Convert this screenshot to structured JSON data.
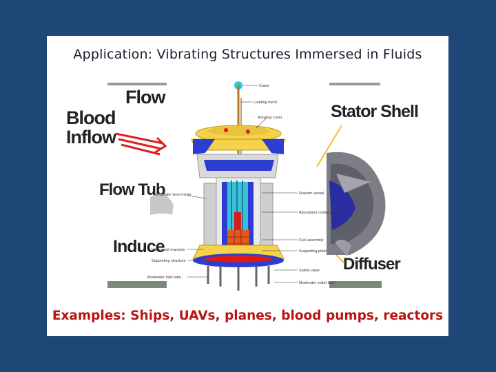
{
  "title": "Application:  Vibrating Structures Immersed in Fluids",
  "caption": "Examples:  Ships, UAVs, planes, blood pumps, reactors",
  "pump_labels": {
    "flow": "Flow",
    "blood_inflow_line1": "Blood",
    "blood_inflow_line2": "Inflow",
    "flow_tube": "Flow Tub",
    "inducer": "Induce",
    "stator_shell": "Stator Shell",
    "diffuser": "Diffuser"
  },
  "reactor_labels": {
    "crane": "Crane",
    "loading_mechanism": "Loading mech",
    "rotating_cover": "Rotating cover",
    "reactor_vessel": "Reactor vessel",
    "absorption_rubber_drives": "Absorption rubber drives",
    "moderator_level_meter": "Moderator level meter",
    "fuel_assembly": "Fuel assembly",
    "supporting_plate": "Supporting plate",
    "horizontal_channels": "Horizontal channels",
    "supporting_structure": "Supporting structure",
    "safety_valve": "Safety valve",
    "moderator_outlet_tube": "Moderator outlet tube",
    "moderator_inlet_tube": "Moderator inlet tube"
  },
  "colors": {
    "background": "#1e4677",
    "caption": "#b81414",
    "reactor_yellow": "#f4d34a",
    "reactor_blue": "#2c3ed1",
    "reactor_red": "#d81c1c",
    "reactor_cyan": "#39c0d8"
  }
}
